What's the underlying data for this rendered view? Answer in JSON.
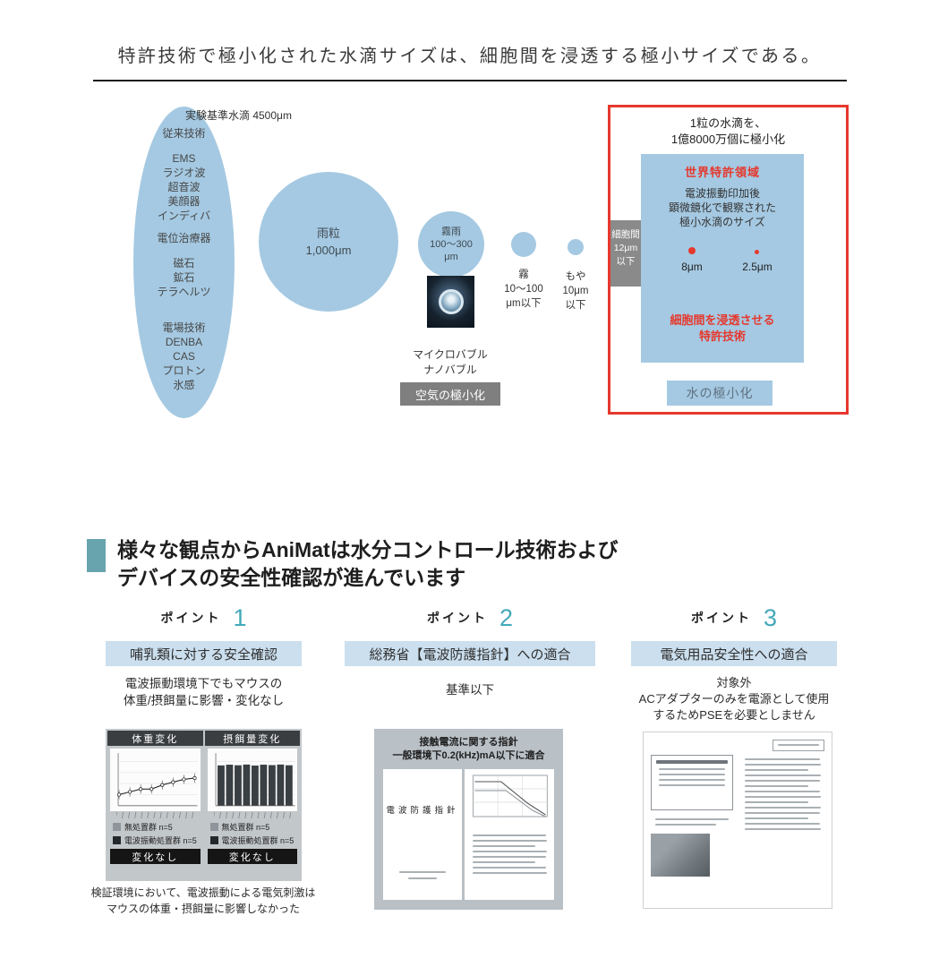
{
  "page_title": "特許技術で極小化された水滴サイズは、細胞間を浸透する極小サイズである。",
  "diagram": {
    "baseline_label": "実験基準水滴 4500μm",
    "legacy": {
      "title": "従来技術",
      "group1": [
        "EMS",
        "ラジオ波",
        "超音波",
        "美顔器",
        "インディバ"
      ],
      "group2": [
        "電位治療器"
      ],
      "group3": [
        "磁石",
        "鉱石",
        "テラヘルツ"
      ],
      "group4": [
        "電場技術",
        "DENBA",
        "CAS",
        "プロトン",
        "氷感"
      ]
    },
    "rain": {
      "name": "雨粒",
      "size": "1,000μm"
    },
    "drizzle": {
      "name": "霧雨",
      "size1": "100〜300",
      "size2": "μm"
    },
    "fog": {
      "name": "霧",
      "size1": "10〜100",
      "size2": "μm以下"
    },
    "haze": {
      "name": "もや",
      "size1": "10μm",
      "size2": "以下"
    },
    "bubble": {
      "line1": "マイクロバブル",
      "line2": "ナノバブル",
      "box": "空気の極小化"
    },
    "patent": {
      "headline1": "1粒の水滴を、",
      "headline2": "1億8000万個に極小化",
      "world": "世界特許領域",
      "desc1": "電波振動印加後",
      "desc2": "顕微鏡化で観察された",
      "desc3": "極小水滴のサイズ",
      "size_a": "8μm",
      "size_b": "2.5μm",
      "cell1": "細胞間",
      "cell2": "12μm",
      "cell3": "以下",
      "pen1": "細胞間を浸透させる",
      "pen2": "特許技術",
      "footer": "水の極小化"
    }
  },
  "safety": {
    "heading1": "様々な観点からAniMatは水分コントロール技術および",
    "heading2": "デバイスの安全性確認が進んでいます",
    "point_label": "ポイント",
    "points": [
      {
        "number": "1",
        "title": "哺乳類に対する安全確認",
        "desc1": "電波振動環境下でもマウスの",
        "desc2": "体重/摂餌量に影響・変化なし",
        "footer1": "検証環境において、電波振動による電気刺激は",
        "footer2": "マウスの体重・摂餌量に影響しなかった"
      },
      {
        "number": "2",
        "title": "総務省【電波防護指針】への適合",
        "desc1": "基準以下",
        "doc_header1": "接触電流に関する指針",
        "doc_header2": "一般環境下0.2(kHz)mA以下に適合",
        "doc_title": "電波防護指針"
      },
      {
        "number": "3",
        "title": "電気用品安全性への適合",
        "desc1": "対象外",
        "desc2": "ACアダプターのみを電源として使用",
        "desc3": "するためPSEを必要としません"
      }
    ]
  },
  "chart_data": [
    {
      "type": "line",
      "title": "体重変化",
      "values": [
        33,
        33.2,
        33.4,
        33.4,
        33.7,
        33.9,
        34.1,
        34.2
      ],
      "legend": [
        "無処置群 n=5",
        "電波振動処置群 n=5"
      ],
      "note": "変化なし"
    },
    {
      "type": "bar",
      "title": "摂餌量変化",
      "ymax": 34,
      "values": [
        27.5,
        28,
        27.6,
        28.1,
        27.4,
        28,
        27.7,
        28.1,
        27.6
      ],
      "legend": [
        "無処置群 n=5",
        "電波振動処置群 n=5"
      ],
      "note": "変化なし"
    }
  ]
}
